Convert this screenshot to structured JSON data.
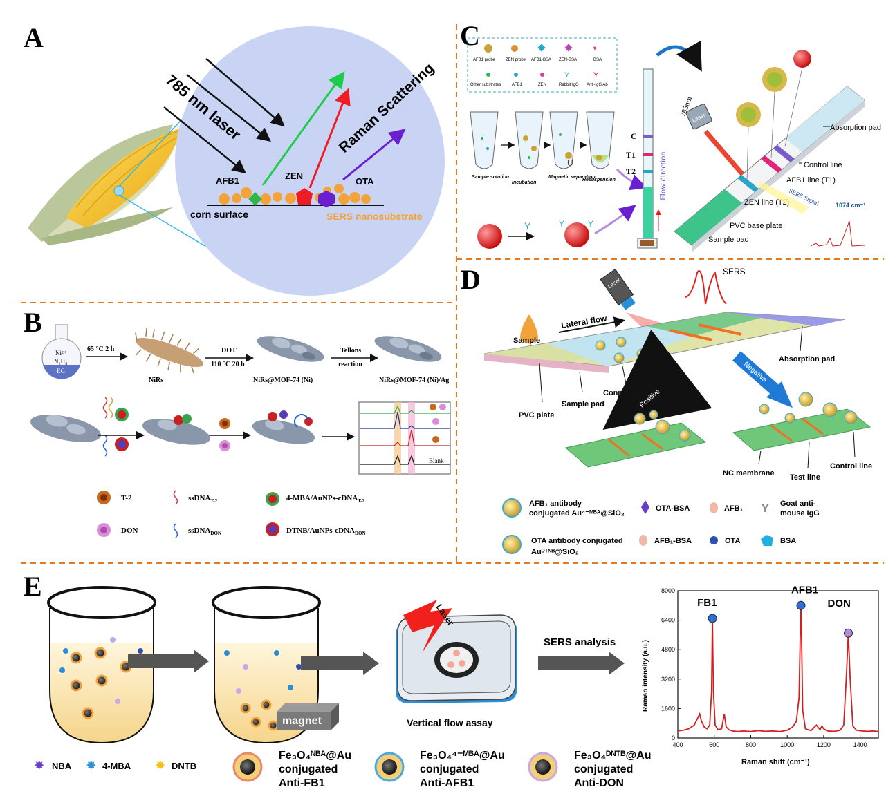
{
  "panels": {
    "A": {
      "letter": "A",
      "laser_label": "785 nm laser",
      "scatter_label": "Raman Scattering",
      "analytes": [
        "AFB1",
        "ZEN",
        "OTA"
      ],
      "surface_label": "corn surface",
      "substrate_label": "SERS nanosubstrate"
    },
    "B": {
      "letter": "B",
      "reagents": [
        "Ni²⁺",
        "N₂H₄",
        "EG"
      ],
      "step1": "65 °C 2 h",
      "step2_top": "DOT",
      "step2_bottom": "110 °C 20 h",
      "step3_top": "Tellons",
      "step3_bottom": "reaction",
      "product1": "NiRs",
      "product2": "NiRs@MOF-74 (Ni)",
      "product3": "NiRs@MOF-74 (Ni)/Ag",
      "blank_label": "Blank",
      "legend": [
        "T-2",
        "DON",
        "ssDNA",
        "ssDNA",
        "4-MBA/AuNPs-cDNA",
        "DTNB/AuNPs-cDNA"
      ],
      "legend_subs": [
        "T-2",
        "DON",
        "T-2",
        "DON"
      ]
    },
    "C": {
      "letter": "C",
      "legend": [
        "AFB1 probe",
        "ZEN probe",
        "AFB1-BSA",
        "ZEN-BSA",
        "BSA",
        "Other substrates",
        "AFB1",
        "ZEN",
        "Rabbit IgG",
        "Anti-IgG Ab"
      ],
      "steps": [
        "Sample solution",
        "Incubation",
        "Magnetic separation",
        "Resuspension"
      ],
      "strip_lines": [
        "C",
        "T1",
        "T2"
      ],
      "flow": "Flow direction",
      "laser": "785nm",
      "laser_box": "Laser",
      "parts": [
        "Absorption pad",
        "Control line",
        "AFB1 line (T1)",
        "ZEN line (T2)",
        "PVC base plate",
        "Sample pad"
      ],
      "signal": "SERS Signal",
      "peak": "1074 cm⁻¹"
    },
    "D": {
      "letter": "D",
      "sers": "SERS",
      "laser": "Laser",
      "sample": "Sample",
      "lateral_flow": "Lateral flow",
      "parts": [
        "Absorption pad",
        "Conjugated pad",
        "Sample pad",
        "PVC plate",
        "NC membrane",
        "Test line",
        "Control line"
      ],
      "positive": "Positive",
      "negative": "Negative",
      "legend": {
        "afb1_ab_1": "AFB₁ antibody",
        "afb1_ab_2": "conjugated Au⁴⁻ᴹᴮᴬ@SiO₂",
        "ota_ab_1": "OTA antibody conjugated",
        "ota_ab_2": "Auᴰᵀᴺᴮ@SiO₂",
        "ota_bsa": "OTA-BSA",
        "afb1_bsa": "AFB₁-BSA",
        "afb1": "AFB₁",
        "ota": "OTA",
        "goat_1": "Goat anti-",
        "goat_2": "mouse IgG",
        "bsa": "BSA"
      }
    },
    "E": {
      "letter": "E",
      "magnet": "magnet",
      "laser": "Laser",
      "vfa": "Vertical flow assay",
      "analysis": "SERS analysis",
      "legend_reporters": [
        "NBA",
        "4-MBA",
        "DNTB"
      ],
      "probes": [
        {
          "l1": "Fe₃O₄ᴺᴮᴬ@Au",
          "l2": "conjugated",
          "l3": "Anti-FB1"
        },
        {
          "l1": "Fe₃O₄⁴⁻ᴹᴮᴬ@Au",
          "l2": "conjugated",
          "l3": "Anti-AFB1"
        },
        {
          "l1": "Fe₃O₄ᴰᴺᵀᴮ@Au",
          "l2": "conjugated",
          "l3": "Anti-DON"
        }
      ]
    }
  },
  "chart_data": {
    "type": "line",
    "xlabel": "Raman shift (cm⁻¹)",
    "ylabel": "Raman intensity (a.u.)",
    "xlim": [
      400,
      1500
    ],
    "ylim": [
      0,
      8000
    ],
    "xticks": [
      400,
      600,
      800,
      1000,
      1200,
      1400
    ],
    "yticks": [
      0,
      1600,
      3200,
      4800,
      6400,
      8000
    ],
    "color": "#d21f1f",
    "peak_labels": [
      {
        "name": "FB1",
        "x": 590,
        "y": 6500,
        "marker": "#2f6fd6"
      },
      {
        "name": "AFB1",
        "x": 1075,
        "y": 7200,
        "marker": "#2f6fd6"
      },
      {
        "name": "DON",
        "x": 1335,
        "y": 5700,
        "marker": "#b58ad6"
      }
    ],
    "series": [
      {
        "x": [
          400,
          430,
          460,
          490,
          510,
          520,
          530,
          545,
          560,
          575,
          585,
          590,
          595,
          605,
          620,
          640,
          655,
          665,
          680,
          700,
          730,
          760,
          800,
          840,
          880,
          920,
          960,
          1000,
          1030,
          1050,
          1065,
          1072,
          1075,
          1078,
          1085,
          1100,
          1130,
          1160,
          1180,
          1190,
          1200,
          1220,
          1260,
          1290,
          1310,
          1325,
          1335,
          1345,
          1360,
          1380,
          1410,
          1440,
          1470,
          1500
        ],
        "y": [
          380,
          420,
          500,
          700,
          1100,
          1300,
          900,
          600,
          500,
          700,
          2500,
          6500,
          2600,
          700,
          450,
          500,
          1300,
          600,
          450,
          380,
          350,
          380,
          350,
          400,
          360,
          380,
          350,
          420,
          600,
          900,
          2200,
          6000,
          7200,
          6000,
          1500,
          500,
          400,
          700,
          450,
          650,
          500,
          380,
          360,
          420,
          700,
          3500,
          5700,
          3300,
          650,
          420,
          380,
          360,
          380,
          350
        ]
      }
    ]
  }
}
